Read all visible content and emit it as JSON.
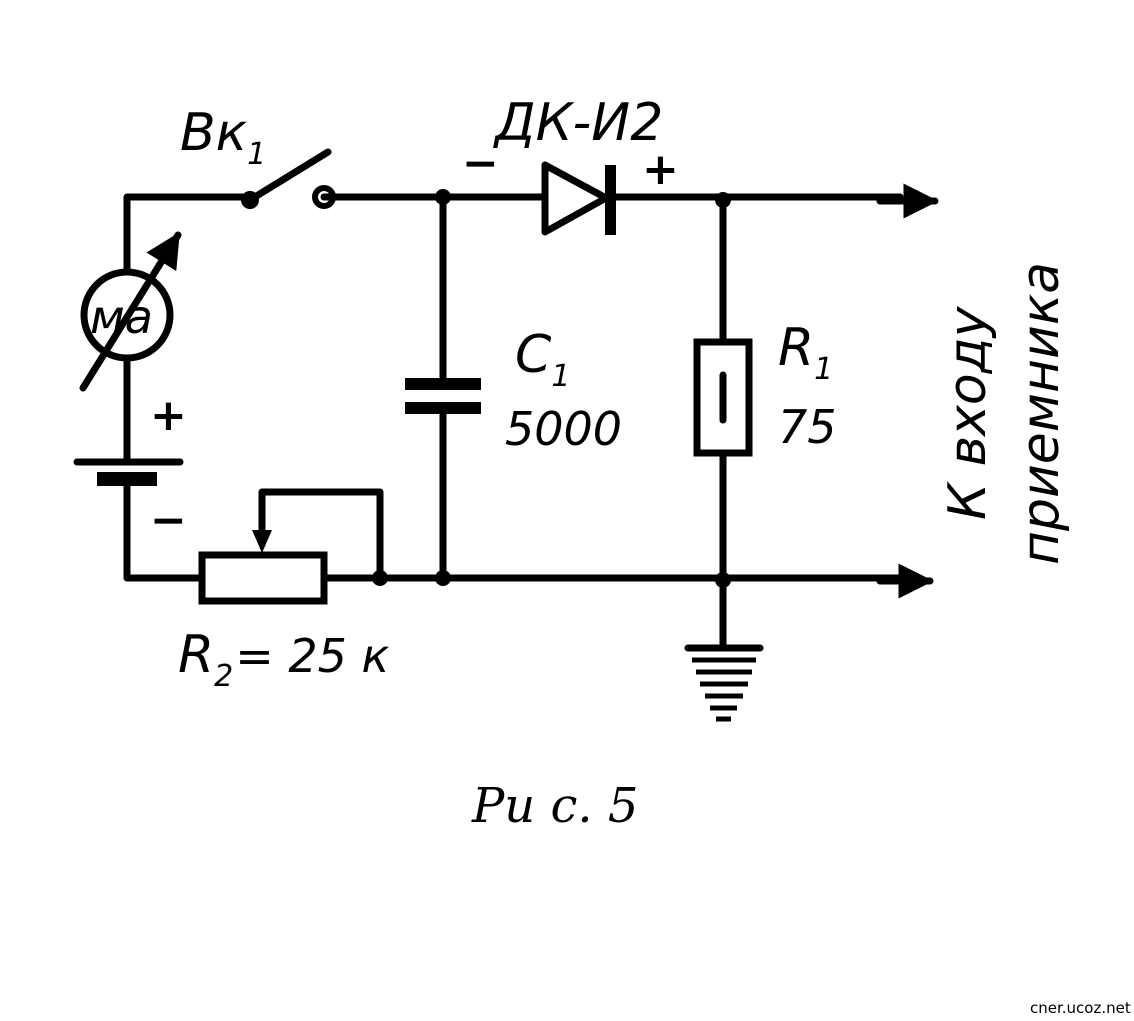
{
  "labels": {
    "switch": "Вк",
    "switch_index": "1",
    "meter": "ма",
    "diode": "ДК-И2",
    "diode_minus": "−",
    "diode_plus": "+",
    "battery_plus": "+",
    "battery_minus": "−",
    "capacitor": "C",
    "capacitor_index": "1",
    "capacitor_value": "5000",
    "resistor1": "R",
    "resistor1_index": "1",
    "resistor1_value": "75",
    "resistor2": "R",
    "resistor2_index": "2",
    "resistor2_value": "= 25 к",
    "output_line1": "К входу",
    "output_line2": "приемника"
  },
  "caption": "Ри с. 5",
  "watermark": "cner.ucoz.net"
}
